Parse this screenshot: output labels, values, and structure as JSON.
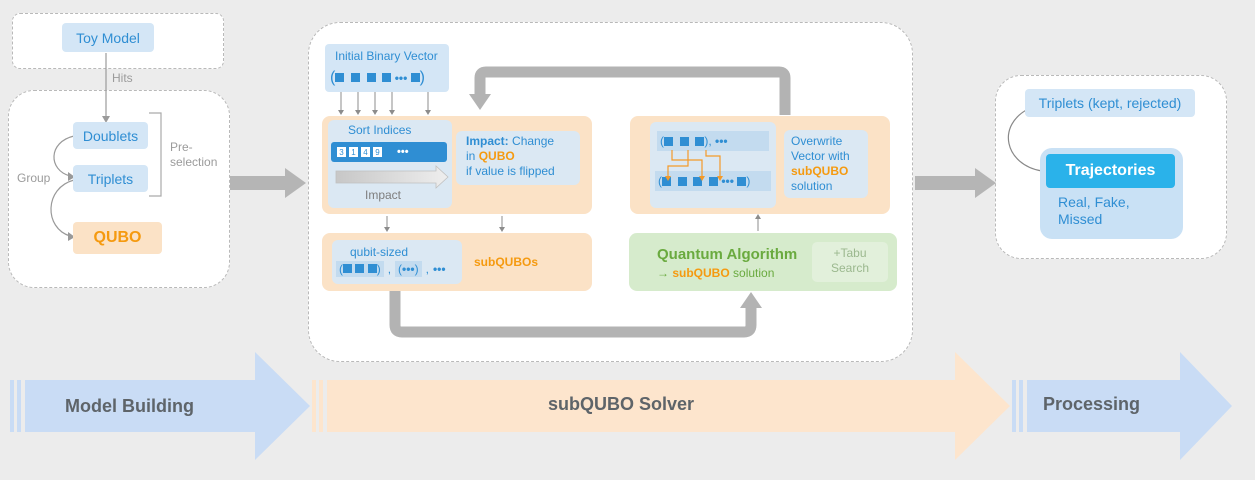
{
  "model": {
    "toy_model": "Toy Model",
    "hits": "Hits",
    "doublets": "Doublets",
    "triplets": "Triplets",
    "qubo": "QUBO",
    "group": "Group",
    "preselection_line1": "Pre-",
    "preselection_line2": "selection"
  },
  "solver": {
    "initial_vector": "Initial Binary Vector",
    "sort_indices": "Sort Indices",
    "index_cells": [
      "3",
      "1",
      "4",
      "9",
      "•••"
    ],
    "impact_arrow": "Impact",
    "impact_title": "Impact:",
    "impact_text1": " Change",
    "impact_text2": "in ",
    "impact_qubo": "QUBO",
    "impact_text3": "if value is flipped",
    "qubit_sized": "qubit-sized",
    "subqubos": "subQUBOs",
    "overwrite1": "Overwrite",
    "overwrite2": "Vector with",
    "overwrite3": "subQUBO",
    "overwrite4": "solution",
    "quantum_title": "Quantum Algorithm",
    "quantum_arrow": "→ ",
    "quantum_subqubo": "subQUBO",
    "quantum_solution": " solution",
    "tabu1": "+Tabu",
    "tabu2": "Search"
  },
  "processing": {
    "triplets_kept": "Triplets (kept, rejected)",
    "trajectories": "Trajectories",
    "result1": "Real, Fake,",
    "result2": "Missed"
  },
  "stages": {
    "model_building": "Model Building",
    "subqubo_solver": "subQUBO Solver",
    "processing": "Processing"
  },
  "colors": {
    "blue": "#2f8ed3",
    "light_blue": "#d4e6f6",
    "orange_fill": "#fbe2c6",
    "orange_text": "#f59a10",
    "green_fill": "#d6ebcc",
    "green_text": "#6aaa3f",
    "stage_blue": "#c9dcf5",
    "stage_orange": "#fde5cd"
  }
}
